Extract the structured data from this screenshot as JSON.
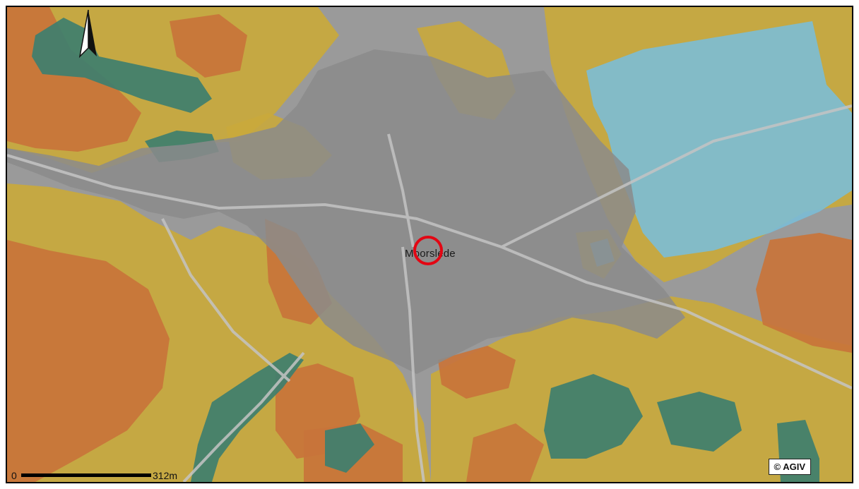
{
  "map": {
    "place_name": "Moorslede",
    "scale": {
      "start_label": "0",
      "end_label": "312m"
    },
    "credit": "© AGIV",
    "north_arrow_icon": "north-arrow-icon",
    "marker_icon": "location-circle-icon",
    "colors": {
      "urban": "#8f8f8f",
      "orange_zone": "#c8743a",
      "yellow_zone": "#c9a93c",
      "teal_zone": "#3f7f6e",
      "blue_zone": "#7bbcd6",
      "marker": "#e30613"
    }
  }
}
